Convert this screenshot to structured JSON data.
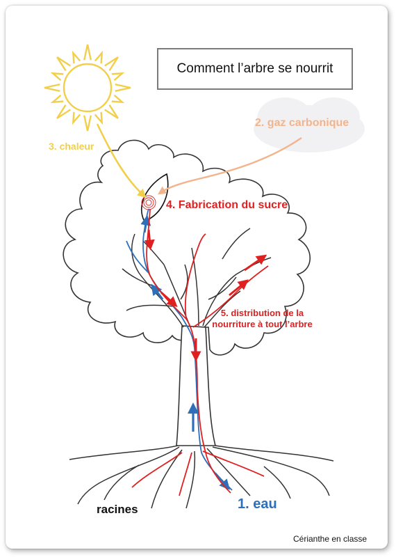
{
  "title": "Comment l’arbre se nourrit",
  "labels": {
    "co2": "2. gaz carbonique",
    "heat": "3. chaleur",
    "sugar": "4. Fabrication du sucre",
    "distribution": "5. distribution de la nourriture à tout l’arbre",
    "roots": "racines",
    "water": "1. eau"
  },
  "credit": "Cérianthe en classe",
  "colors": {
    "sun": "#f2cf4a",
    "co2": "#f2b48c",
    "sugar": "#e02020",
    "water": "#2e6fb8",
    "heat": "#f2cf4a",
    "roots_text": "#111111",
    "outline": "#333333"
  }
}
